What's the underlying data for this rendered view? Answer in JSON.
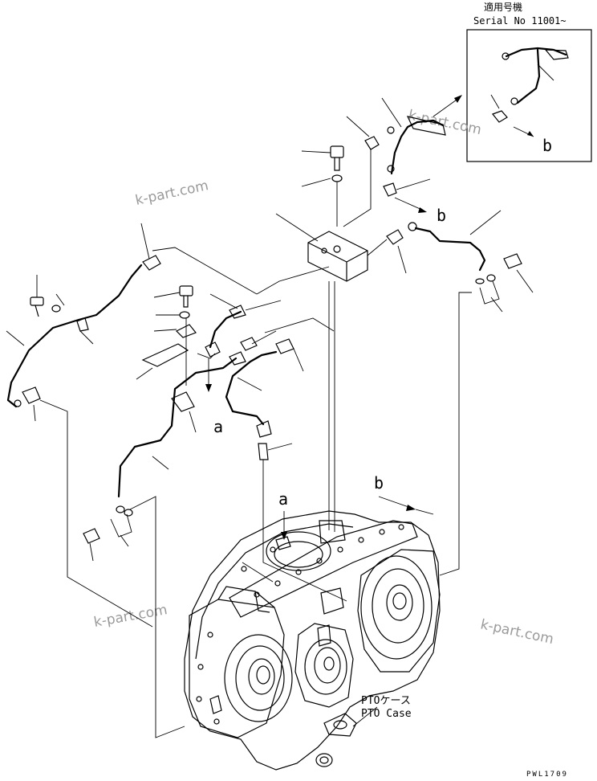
{
  "inset": {
    "title_jp": "適用号機",
    "serial": "Serial No 11001~",
    "view_label": "b"
  },
  "labels": {
    "view_a_main": "a",
    "view_a_case": "a",
    "view_b_main": "b",
    "view_b_case": "b",
    "case_jp": "PTOケース",
    "case_en": "PTO Case",
    "drawing_code": "PWL1709"
  },
  "watermark": "k-part.com",
  "colors": {
    "ink": "#000000",
    "watermark": "#9a9a9a",
    "paper": "#ffffff"
  }
}
